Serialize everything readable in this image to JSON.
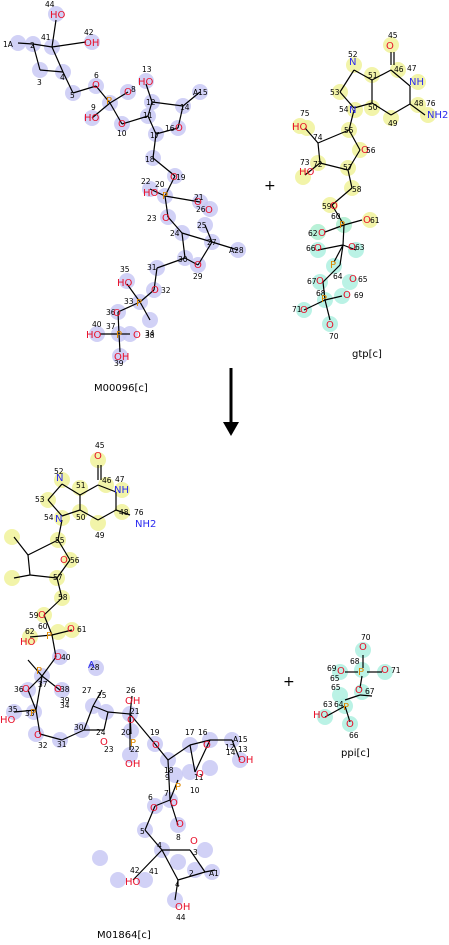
{
  "reaction": {
    "reactant_main": "M00096[c]",
    "reactant_second": "gtp[c]",
    "product_main": "M01864[c]",
    "product_second": "ppi[c]",
    "plus_sign": "+"
  },
  "colors": {
    "blue": "#c9c9f5",
    "yellow": "#f0f29a",
    "cyan": "#aef0e0",
    "oxygen": "#e8102a",
    "nitrogen": "#2a2af0",
    "phosphorus": "#e08a00",
    "bond": "#000000"
  },
  "atoms": {
    "m1": [
      {
        "label": "1A"
      },
      {
        "label": "2"
      },
      {
        "label": "3"
      },
      {
        "label": "4"
      },
      {
        "label": "5"
      },
      {
        "label": "41"
      },
      {
        "label": "42"
      },
      {
        "label": "44"
      },
      {
        "label": "6"
      },
      {
        "label": "7"
      },
      {
        "label": "8"
      },
      {
        "label": "9"
      },
      {
        "label": "10"
      },
      {
        "label": "11"
      },
      {
        "label": "12"
      },
      {
        "label": "13"
      },
      {
        "label": "14"
      },
      {
        "label": "A15"
      },
      {
        "label": "16"
      },
      {
        "label": "17"
      },
      {
        "label": "18"
      },
      {
        "label": "19"
      },
      {
        "label": "20"
      },
      {
        "label": "21"
      },
      {
        "label": "22"
      },
      {
        "label": "23"
      },
      {
        "label": "24"
      },
      {
        "label": "25"
      },
      {
        "label": "26"
      },
      {
        "label": "27"
      },
      {
        "label": "A28"
      },
      {
        "label": "29"
      },
      {
        "label": "30"
      },
      {
        "label": "31"
      },
      {
        "label": "32"
      },
      {
        "label": "33"
      },
      {
        "label": "34"
      },
      {
        "label": "35"
      },
      {
        "label": "36"
      },
      {
        "label": "37"
      },
      {
        "label": "38"
      },
      {
        "label": "39"
      },
      {
        "label": "40"
      }
    ],
    "gtp": [
      {
        "label": "45"
      },
      {
        "label": "46"
      },
      {
        "label": "47"
      },
      {
        "label": "48"
      },
      {
        "label": "49"
      },
      {
        "label": "50"
      },
      {
        "label": "51"
      },
      {
        "label": "52"
      },
      {
        "label": "53"
      },
      {
        "label": "54"
      },
      {
        "label": "55"
      },
      {
        "label": "56"
      },
      {
        "label": "57"
      },
      {
        "label": "58"
      },
      {
        "label": "59"
      },
      {
        "label": "60"
      },
      {
        "label": "61"
      },
      {
        "label": "62"
      },
      {
        "label": "63"
      },
      {
        "label": "64"
      },
      {
        "label": "65"
      },
      {
        "label": "66"
      },
      {
        "label": "67"
      },
      {
        "label": "68"
      },
      {
        "label": "69"
      },
      {
        "label": "70"
      },
      {
        "label": "71"
      },
      {
        "label": "72"
      },
      {
        "label": "73"
      },
      {
        "label": "74"
      },
      {
        "label": "75"
      },
      {
        "label": "76"
      }
    ]
  }
}
